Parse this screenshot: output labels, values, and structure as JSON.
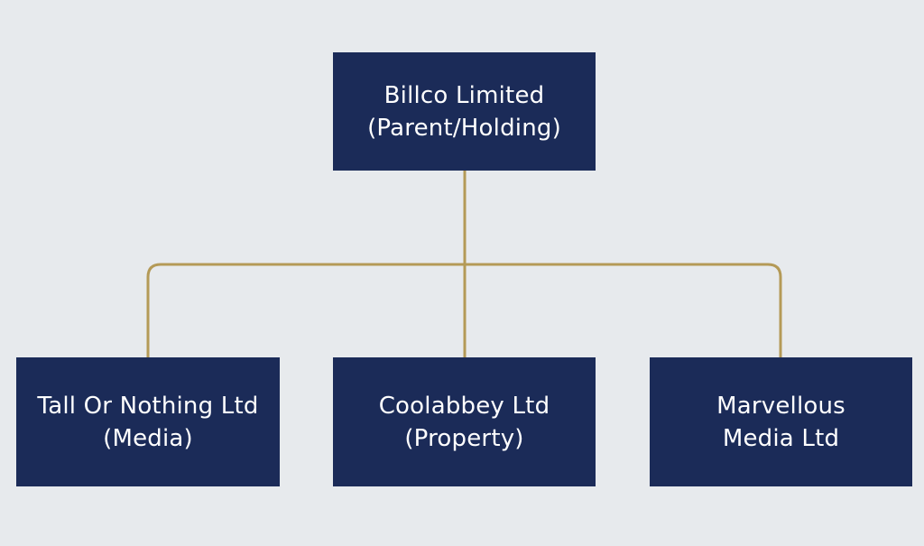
{
  "colors": {
    "background": "#e7eaed",
    "node_fill": "#1b2b58",
    "node_text": "#ffffff",
    "connector": "#b49a57"
  },
  "parent": {
    "line1": "Billco Limited",
    "line2": "(Parent/Holding)"
  },
  "children": [
    {
      "line1": "Tall Or Nothing Ltd",
      "line2": "(Media)"
    },
    {
      "line1": "Coolabbey Ltd",
      "line2": "(Property)"
    },
    {
      "line1": "Marvellous",
      "line2": "Media Ltd"
    }
  ]
}
